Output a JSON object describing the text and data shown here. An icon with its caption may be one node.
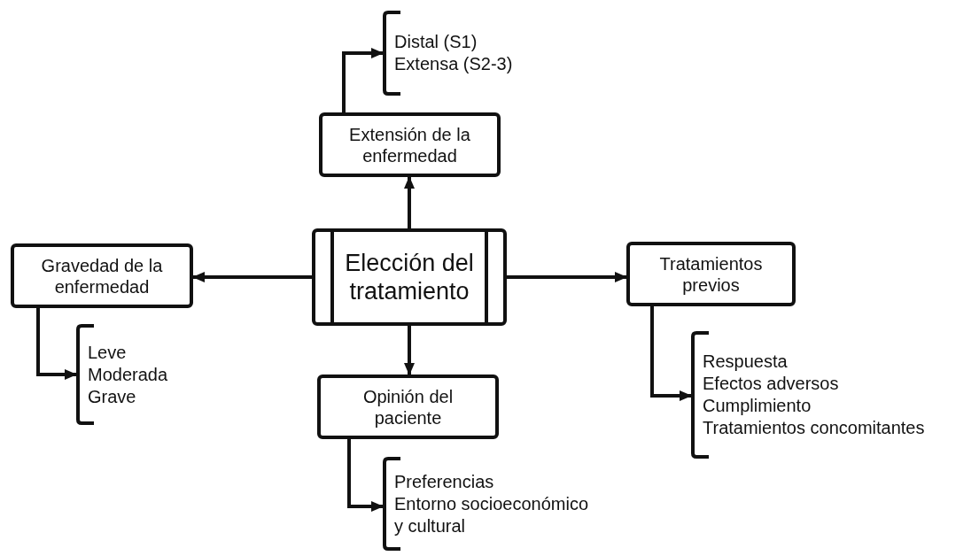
{
  "diagram": {
    "nodes": [
      {
        "text": [
          "Elección del tratamiento"
        ]
      },
      {
        "text": [
          "Extensión de la enfermedad"
        ]
      },
      {
        "text": [
          "Distal (S1)",
          "Extensa (S2-3)"
        ]
      },
      {
        "text": [
          "Gravedad de la enfermedad"
        ]
      },
      {
        "text": [
          "Leve",
          "Moderada",
          "Grave"
        ]
      },
      {
        "text": [
          "Tratamientos previos"
        ]
      },
      {
        "text": [
          "Respuesta",
          "Efectos adversos",
          "Cumplimiento",
          "Tratamientos concomitantes"
        ]
      },
      {
        "text": [
          "Opinión del paciente"
        ]
      },
      {
        "text": [
          "Preferencias",
          "Entorno socioeconómico y cultural"
        ]
      }
    ],
    "edges": [
      {
        "from": 0,
        "to": 1,
        "arrow": "to"
      },
      {
        "from": 0,
        "to": 3,
        "arrow": "to"
      },
      {
        "from": 0,
        "to": 5,
        "arrow": "to"
      },
      {
        "from": 0,
        "to": 7,
        "arrow": "to"
      },
      {
        "from": 1,
        "to": 2,
        "arrow": "to"
      },
      {
        "from": 3,
        "to": 4,
        "arrow": "to"
      },
      {
        "from": 5,
        "to": 6,
        "arrow": "to"
      },
      {
        "from": 7,
        "to": 8,
        "arrow": "to"
      }
    ]
  }
}
